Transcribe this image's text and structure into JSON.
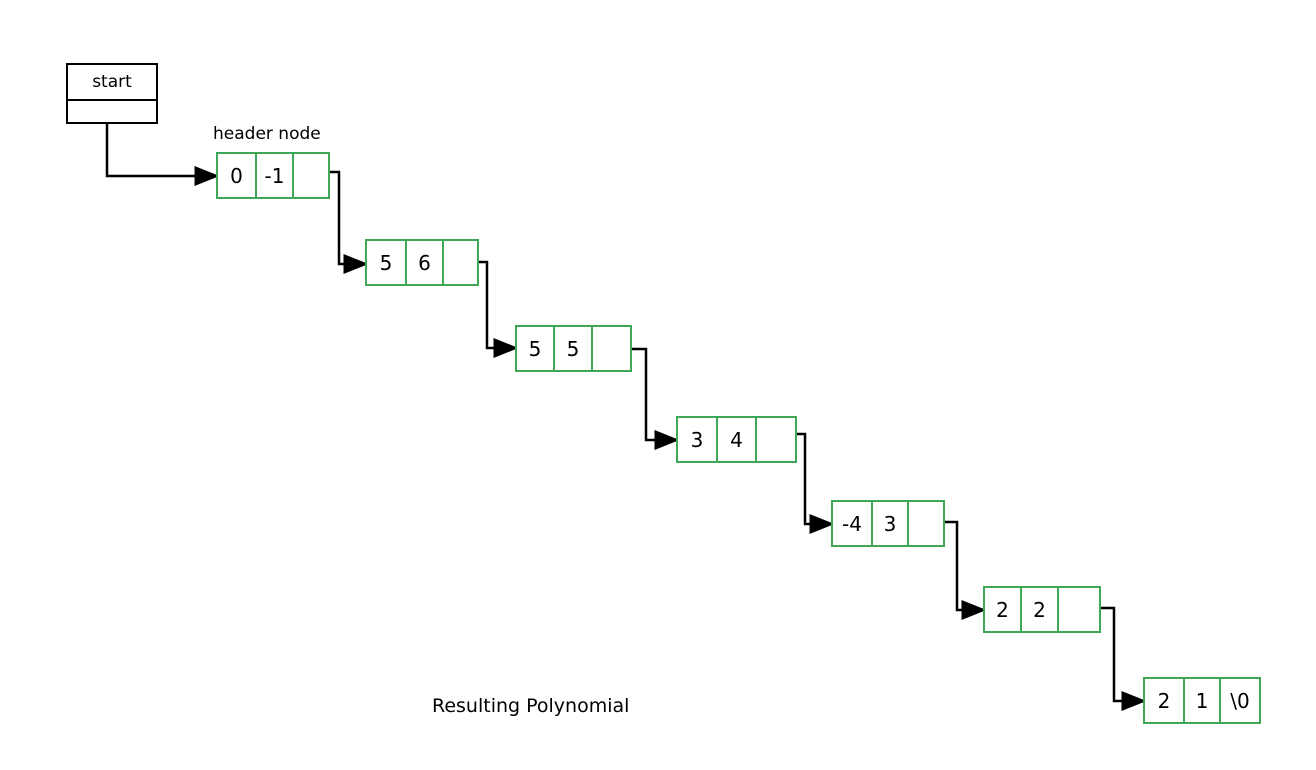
{
  "start": {
    "label": "start"
  },
  "header_label": "header node",
  "caption": "Resulting Polynomial",
  "colors": {
    "node_border": "#3fa856",
    "line": "#000000"
  },
  "nodes": [
    {
      "coeff": "0",
      "exp": "-1",
      "link": ""
    },
    {
      "coeff": "5",
      "exp": "6",
      "link": ""
    },
    {
      "coeff": "5",
      "exp": "5",
      "link": ""
    },
    {
      "coeff": "3",
      "exp": "4",
      "link": ""
    },
    {
      "coeff": "-4",
      "exp": "3",
      "link": ""
    },
    {
      "coeff": "2",
      "exp": "2",
      "link": ""
    },
    {
      "coeff": "2",
      "exp": "1",
      "link": "\\0"
    }
  ]
}
